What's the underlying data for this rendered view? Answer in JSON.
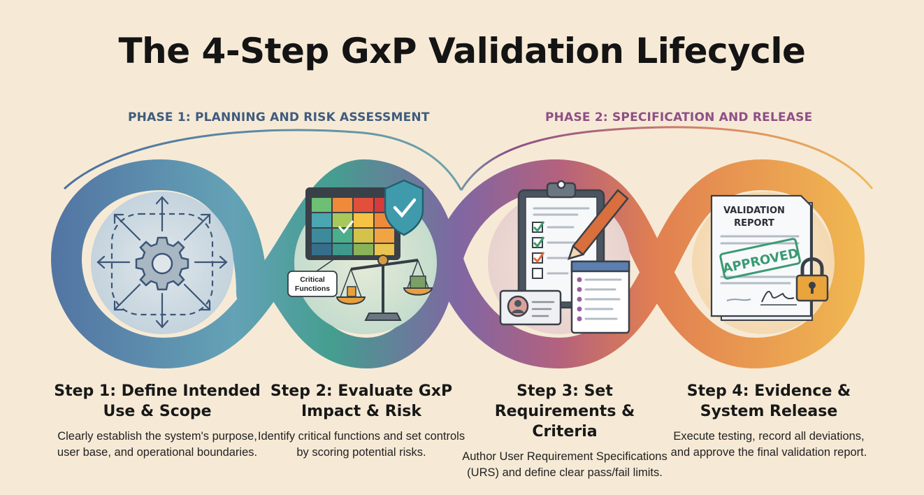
{
  "title": "The 4-Step GxP Validation Lifecycle",
  "phases": [
    {
      "label": "PHASE 1: PLANNING AND RISK ASSESSMENT",
      "color": "#3f5c7d"
    },
    {
      "label": "PHASE 2: SPECIFICATION AND RELEASE",
      "color": "#8f4f86"
    }
  ],
  "steps": [
    {
      "title": "Step 1: Define Intended Use & Scope",
      "description": "Clearly establish the system's purpose, user base, and operational boundaries.",
      "icon": "gear-scope-icon",
      "color": "#4a6fa0"
    },
    {
      "title": "Step 2: Evaluate GxP Impact & Risk",
      "description": "Identify critical functions and set controls by scoring potential risks.",
      "icon": "risk-matrix-scale-icon",
      "callout": "Critical Functions",
      "color": "#3d9a8f"
    },
    {
      "title": "Step 3: Set Requirements & Criteria",
      "description": "Author User Requirement Specifications (URS) and define clear pass/fail limits.",
      "icon": "clipboard-checklist-icon",
      "color": "#8e4f8a"
    },
    {
      "title": "Step 4: Evidence & System Release",
      "description": "Execute testing, record all deviations, and approve the final validation report.",
      "icon": "validation-report-icon",
      "report_heading": "VALIDATION REPORT",
      "stamp": "APPROVED",
      "color": "#e79a3c"
    }
  ]
}
